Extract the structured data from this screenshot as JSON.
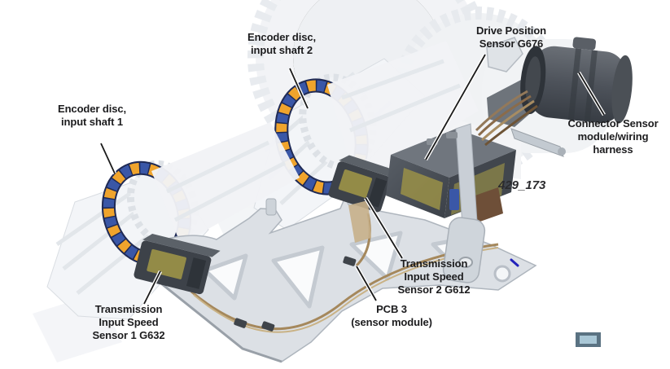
{
  "figure": {
    "figure_number": "429_173"
  },
  "labels": {
    "encoder_disc_2": [
      "Encoder disc,",
      "input shaft 2"
    ],
    "encoder_disc_1": [
      "Encoder disc,",
      "input shaft 1"
    ],
    "drive_position_sensor": [
      "Drive Position",
      "Sensor G676"
    ],
    "connector_sensor_module": [
      "Connector Sensor",
      "module/wiring",
      "harness"
    ],
    "input_speed_sensor_2": [
      "Transmission",
      "Input Speed",
      "Sensor 2 G612"
    ],
    "pcb3": [
      "PCB 3",
      "(sensor module)"
    ],
    "input_speed_sensor_1": [
      "Transmission",
      "Input Speed",
      "Sensor 1 G632"
    ]
  },
  "colors": {
    "background": "#ffffff",
    "label_text": "#1c1c1e",
    "leader_line": "#1a1a1a",
    "encoder_band": "#1f2a55",
    "encoder_blue": "#3a57a7",
    "encoder_orange": "#f0a42c",
    "sensor_body": "#3d4249",
    "sensor_window": "#9a9148",
    "wire_brown": "#a5885c",
    "wire_tan": "#c9b285",
    "bracket_gray": "#dce0e5",
    "connector_gray": "#4d525a",
    "chip_fill": "#a9c7d6",
    "chip_border": "#5a7282",
    "stray_mark_blue": "#2222bb"
  }
}
